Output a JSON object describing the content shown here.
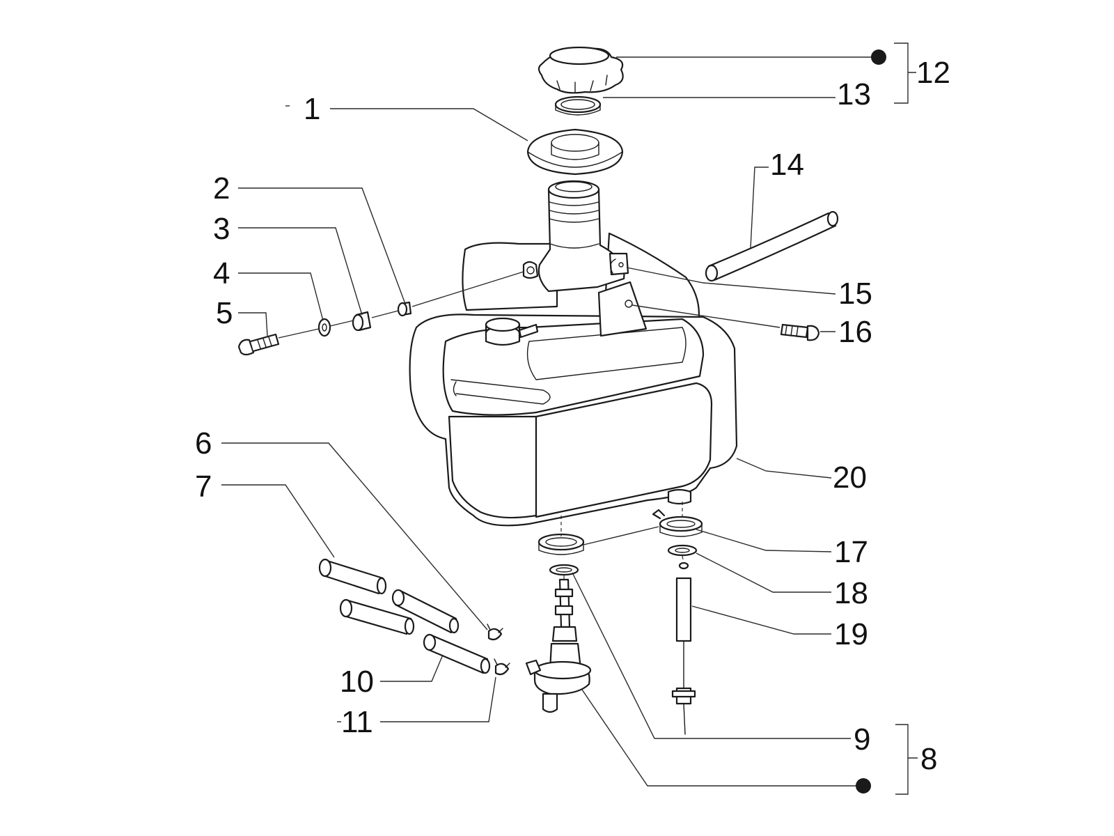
{
  "callouts": [
    {
      "id": "1",
      "label": "1",
      "name": "part-1-filler-neck-seal"
    },
    {
      "id": "2",
      "label": "2",
      "name": "part-2-bushing"
    },
    {
      "id": "3",
      "label": "3",
      "name": "part-3-spacer"
    },
    {
      "id": "4",
      "label": "4",
      "name": "part-4-washer"
    },
    {
      "id": "5",
      "label": "5",
      "name": "part-5-screw"
    },
    {
      "id": "6",
      "label": "6",
      "name": "part-6-clip"
    },
    {
      "id": "7",
      "label": "7",
      "name": "part-7-hose"
    },
    {
      "id": "8",
      "label": "8",
      "name": "part-8-fuel-tap-assembly"
    },
    {
      "id": "9",
      "label": "9",
      "name": "part-9-gasket"
    },
    {
      "id": "10",
      "label": "10",
      "name": "part-10-hose"
    },
    {
      "id": "11",
      "label": "11",
      "name": "part-11-clip"
    },
    {
      "id": "12",
      "label": "12",
      "name": "part-12-cap-assembly"
    },
    {
      "id": "13",
      "label": "13",
      "name": "part-13-cap-gasket"
    },
    {
      "id": "14",
      "label": "14",
      "name": "part-14-breather-hose"
    },
    {
      "id": "15",
      "label": "15",
      "name": "part-15-nut-clip"
    },
    {
      "id": "16",
      "label": "16",
      "name": "part-16-screw"
    },
    {
      "id": "17",
      "label": "17",
      "name": "part-17-clamp"
    },
    {
      "id": "18",
      "label": "18",
      "name": "part-18-gasket"
    },
    {
      "id": "19",
      "label": "19",
      "name": "part-19-level-sender"
    },
    {
      "id": "20",
      "label": "20",
      "name": "part-20-fuel-tank"
    }
  ]
}
